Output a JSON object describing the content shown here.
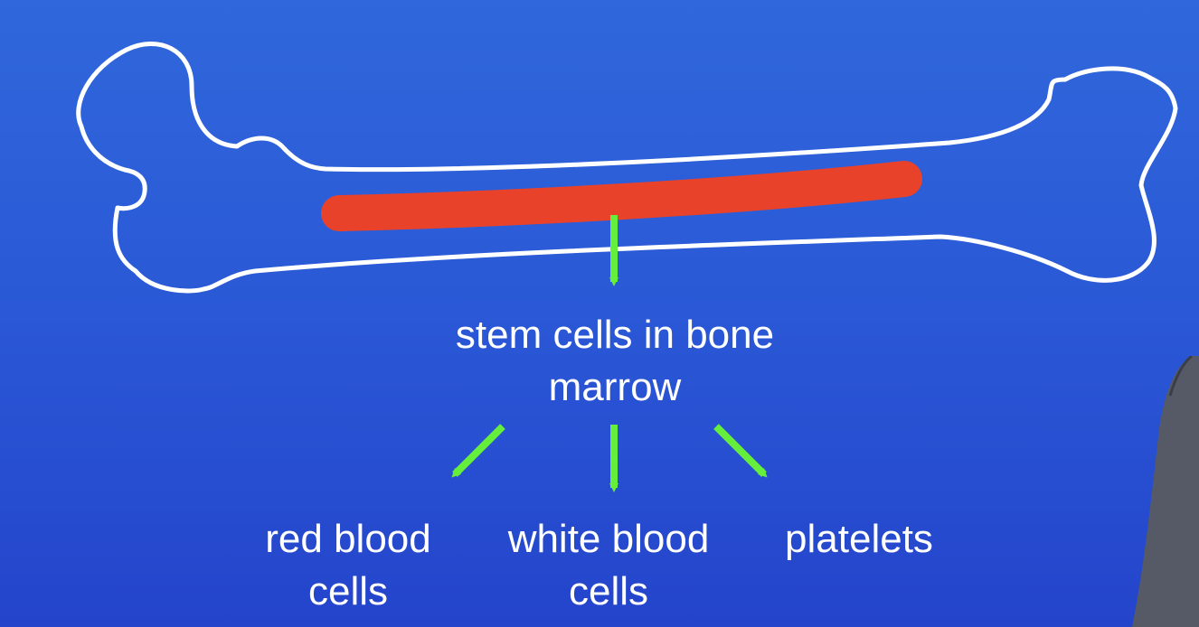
{
  "diagram": {
    "colors": {
      "background": "#2a58d6",
      "bone_outline": "#ffffff",
      "marrow": "#e8432a",
      "arrow": "#66ee3c",
      "text": "#ffffff"
    },
    "stem_cells": {
      "line1": "stem cells in bone",
      "line2": "marrow"
    },
    "outputs": {
      "red_blood_cells": {
        "line1": "red blood",
        "line2": "cells"
      },
      "white_blood_cells": {
        "line1": "white blood",
        "line2": "cells"
      },
      "platelets": {
        "line1": "platelets"
      }
    }
  }
}
